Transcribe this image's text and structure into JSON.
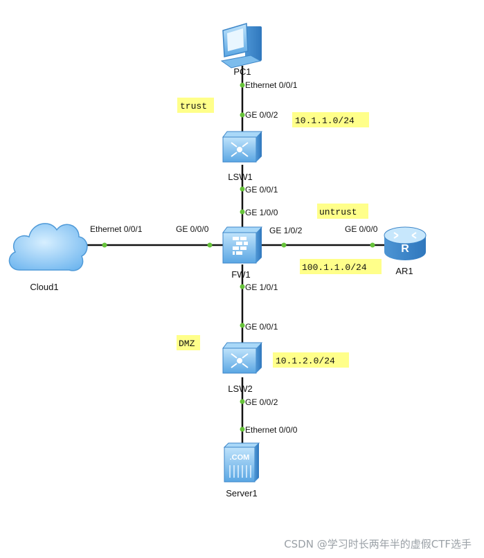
{
  "diagram": {
    "devices": {
      "pc1": "PC1",
      "lsw1": "LSW1",
      "fw1": "FW1",
      "cloud1": "Cloud1",
      "ar1": "AR1",
      "lsw2": "LSW2",
      "server1": "Server1"
    },
    "ports": {
      "pc1_eth": "Ethernet 0/0/1",
      "lsw1_up": "GE 0/0/2",
      "lsw1_down": "GE 0/0/1",
      "fw1_up": "GE 1/0/0",
      "cloud_eth": "Ethernet 0/0/1",
      "fw1_left": "GE 0/0/0",
      "fw1_right": "GE 1/0/2",
      "ar1_port": "GE 0/0/0",
      "fw1_down": "GE 1/0/1",
      "lsw2_up": "GE 0/0/1",
      "lsw2_down": "GE 0/0/2",
      "server_eth": "Ethernet 0/0/0"
    },
    "zones": {
      "trust": "trust",
      "untrust": "untrust",
      "dmz": "DMZ"
    },
    "networks": {
      "trust_net": "10.1.1.0/24",
      "untrust_net": "100.1.1.0/24",
      "dmz_net": "10.1.2.0/24"
    },
    "icons": {
      "pc": "pc-icon",
      "switch": "switch-icon",
      "firewall": "firewall-icon",
      "cloud": "cloud-icon",
      "router": "router-icon",
      "server": "server-icon",
      "server_badge": ".COM"
    },
    "colors": {
      "device_blue": "#6fb4ea",
      "highlight": "#ffff8a",
      "port_dot": "#66c33a"
    }
  },
  "watermark": "CSDN @学习时长两年半的虚假CTF选手"
}
